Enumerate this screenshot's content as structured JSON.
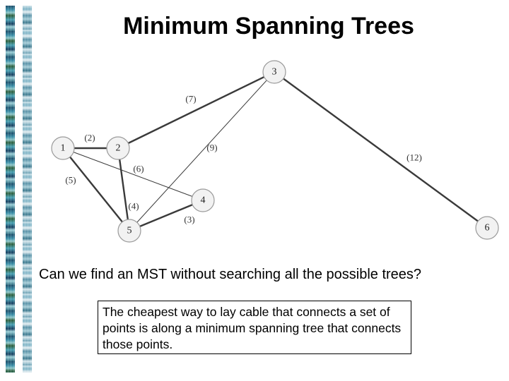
{
  "slide": {
    "title": "Minimum Spanning Trees",
    "question": "Can we find an MST without searching all the possible trees?",
    "note": "The cheapest way to lay cable that connects a set of points is along a minimum spanning tree that connects those points."
  },
  "graph": {
    "nodes": [
      {
        "id": "1",
        "label": "1"
      },
      {
        "id": "2",
        "label": "2"
      },
      {
        "id": "3",
        "label": "3"
      },
      {
        "id": "4",
        "label": "4"
      },
      {
        "id": "5",
        "label": "5"
      },
      {
        "id": "6",
        "label": "6"
      }
    ],
    "edges": [
      {
        "from": "1",
        "to": "2",
        "weight": "(2)",
        "in_tree": true
      },
      {
        "from": "2",
        "to": "3",
        "weight": "(7)",
        "in_tree": true
      },
      {
        "from": "3",
        "to": "6",
        "weight": "(12)",
        "in_tree": true
      },
      {
        "from": "3",
        "to": "5",
        "weight": "(9)",
        "in_tree": false
      },
      {
        "from": "1",
        "to": "4",
        "weight": "(6)",
        "in_tree": false
      },
      {
        "from": "1",
        "to": "5",
        "weight": "(5)",
        "in_tree": true
      },
      {
        "from": "2",
        "to": "5",
        "weight": "(4)",
        "in_tree": true
      },
      {
        "from": "5",
        "to": "4",
        "weight": "(3)",
        "in_tree": true
      }
    ]
  }
}
